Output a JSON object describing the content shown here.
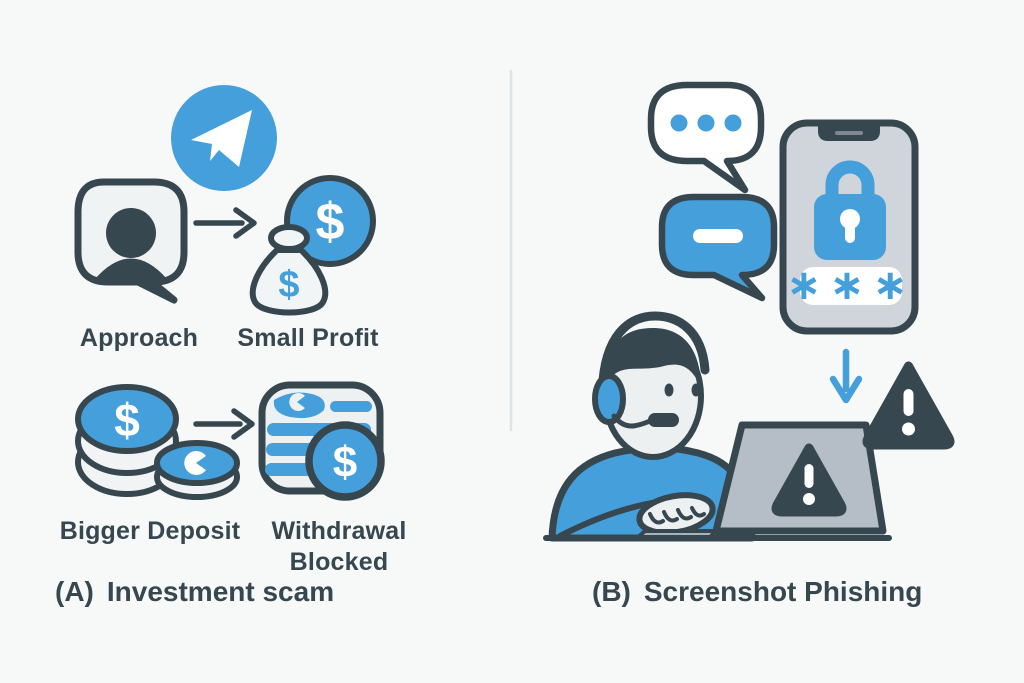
{
  "currency": {
    "symbol": "$"
  },
  "colors": {
    "background": "#f7f8f8",
    "accent_blue": "#459fdb",
    "dark_slate": "#37474f",
    "phone_gray": "#cfd5da",
    "laptop_gray": "#b5bec6",
    "divider": "#dee3e7"
  },
  "panel_a": {
    "caption_prefix": "(A)",
    "caption_text": "Investment scam",
    "labels": {
      "approach": "Approach",
      "small_profit": "Small Profit",
      "bigger_deposit": "Bigger Deposit",
      "withdrawal_blocked": "Withdrawal Blocked"
    }
  },
  "panel_b": {
    "caption_prefix": "(B)",
    "caption_text": "Screenshot Phishing",
    "password_mask": "∗∗∗"
  }
}
